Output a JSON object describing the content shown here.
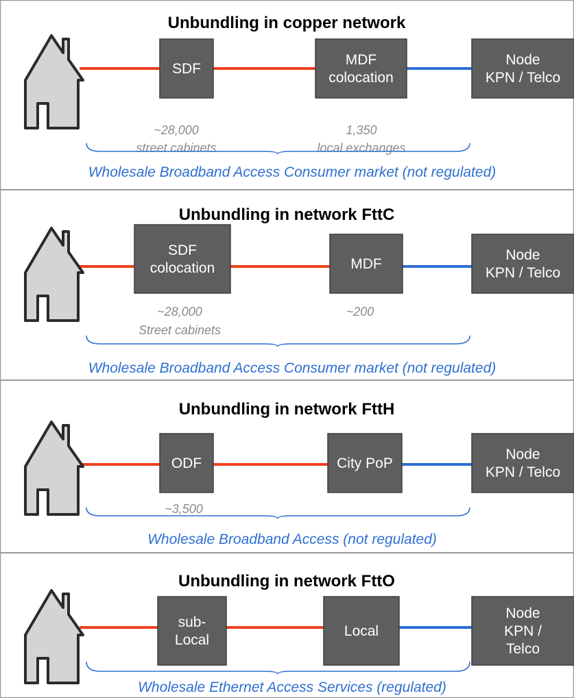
{
  "colors": {
    "copper_line": "#f0401f",
    "backhaul_line": "#2f6fd6",
    "brace": "#2f6fd6",
    "market_text": "#2f6fd0",
    "node_fill": "#5e5e5e",
    "house_fill": "#d4d4d4",
    "house_stroke": "#2b2b2b",
    "panel_border": "#9a9a9a"
  },
  "panels": [
    {
      "title": "Unbundling in copper network",
      "box1": [
        "SDF"
      ],
      "box2": [
        "MDF",
        "colocation"
      ],
      "node": [
        "Node",
        "KPN / Telco"
      ],
      "note1": [
        "~28,000",
        "street cabinets"
      ],
      "note2": [
        "1,350",
        "local exchanges"
      ],
      "market": "Wholesale Broadband Access Consumer market (not regulated)"
    },
    {
      "title": "Unbundling in network FttC",
      "box1": [
        "SDF",
        "colocation"
      ],
      "box2": [
        "MDF"
      ],
      "node": [
        "Node",
        "KPN / Telco"
      ],
      "note1": [
        "~28,000",
        "Street cabinets"
      ],
      "note2": [
        "~200"
      ],
      "market": "Wholesale Broadband Access Consumer market (not regulated)"
    },
    {
      "title": "Unbundling in network FttH",
      "box1": [
        "ODF"
      ],
      "box2": [
        "City PoP"
      ],
      "node": [
        "Node",
        "KPN / Telco"
      ],
      "note1": [
        "~3,500"
      ],
      "note2": [],
      "market": "Wholesale Broadband Access (not regulated)"
    },
    {
      "title": "Unbundling in network FttO",
      "box1": [
        "sub-",
        "Local"
      ],
      "box2": [
        "Local"
      ],
      "node": [
        "Node",
        "KPN /",
        "Telco"
      ],
      "note1": [],
      "note2": [],
      "market": "Wholesale Ethernet Access Services (regulated)"
    }
  ]
}
